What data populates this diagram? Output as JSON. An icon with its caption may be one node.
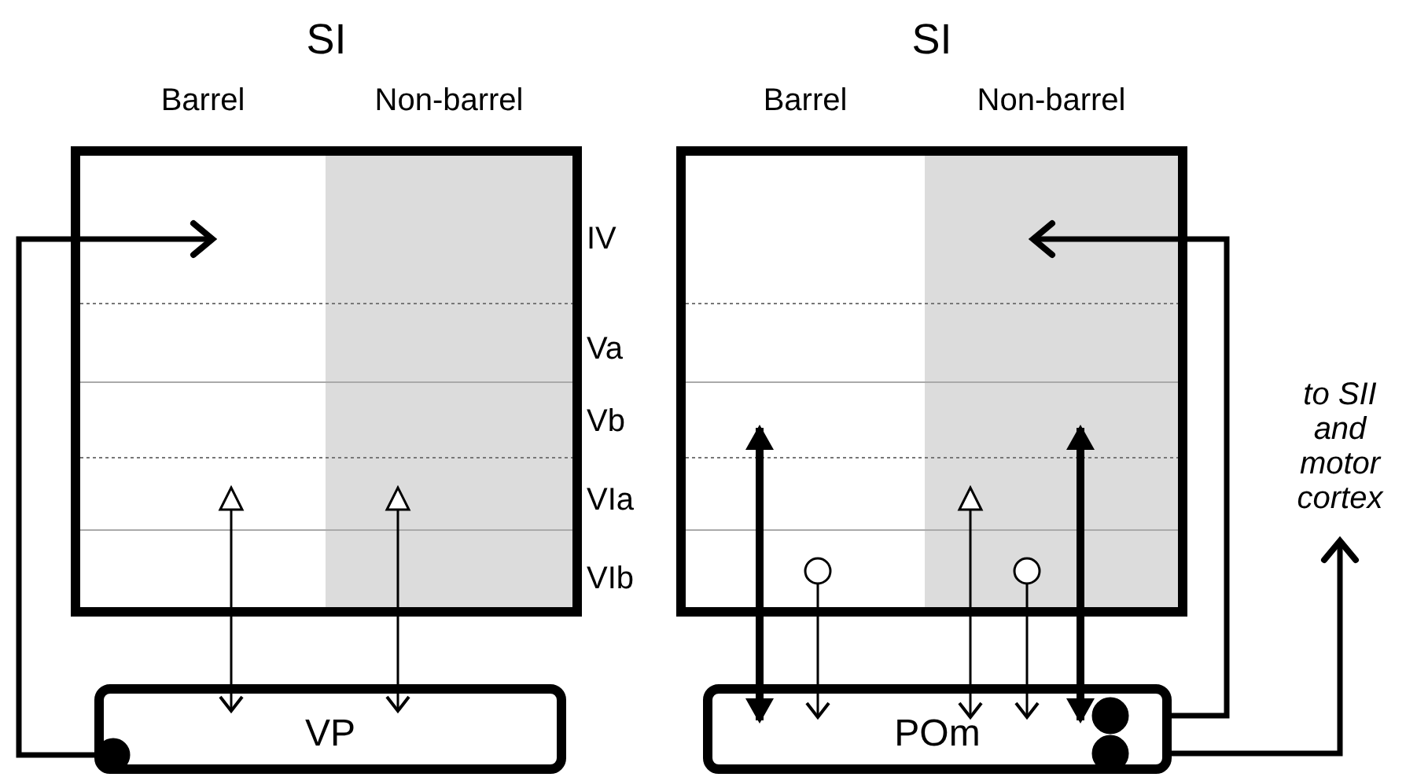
{
  "diagram": {
    "nodes": [
      {
        "text": [
          "SI",
          "Barrel",
          "Non-barrel"
        ]
      },
      {
        "text": [
          "SI",
          "Barrel",
          "Non-barrel"
        ]
      },
      {
        "text": [
          "VP"
        ]
      },
      {
        "text": [
          "POm"
        ]
      },
      {
        "text": [
          "to SII and motor cortex"
        ]
      }
    ],
    "edges": [
      {
        "from": 2,
        "to": 0,
        "arrow": "to",
        "style": "thick"
      },
      {
        "from": 0,
        "to": 2,
        "arrow": "both"
      },
      {
        "from": 0,
        "to": 2,
        "arrow": "both"
      },
      {
        "from": 3,
        "to": 1,
        "arrow": "both",
        "style": "thick"
      },
      {
        "from": 1,
        "to": 3,
        "arrow": "to"
      },
      {
        "from": 1,
        "to": 3,
        "arrow": "both"
      },
      {
        "from": 1,
        "to": 3,
        "arrow": "to"
      },
      {
        "from": 3,
        "to": 1,
        "arrow": "both",
        "style": "thick"
      },
      {
        "from": 3,
        "to": 1,
        "arrow": "to",
        "style": "thick"
      },
      {
        "from": 3,
        "to": 4,
        "arrow": "to",
        "style": "thick"
      }
    ],
    "labels": [
      "IV",
      "Va",
      "Vb",
      "VIa",
      "VIb"
    ]
  }
}
